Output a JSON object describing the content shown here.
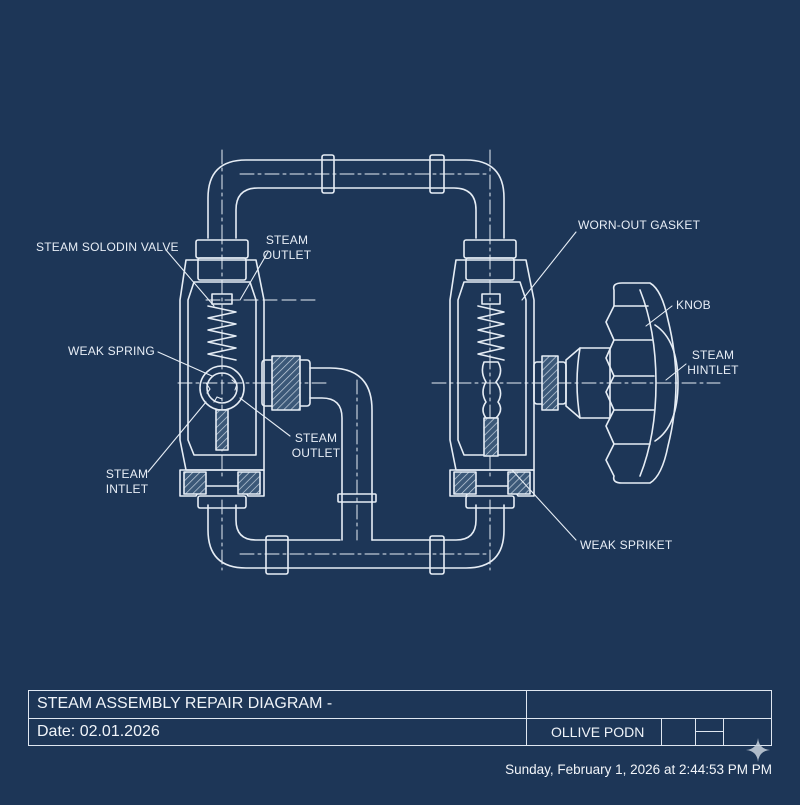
{
  "diagram": {
    "labels": {
      "steam_solenoid_valve": "STEAM SOLODIN VALVE",
      "steam_outlet_top": [
        "STEAM",
        "OUTLET"
      ],
      "weak_spring": "WEAK SPRING",
      "steam_outlet_mid": [
        "STEAM",
        "OUTLET"
      ],
      "steam_inlet": [
        "STEAM",
        "INTLET"
      ],
      "worn_out_gasket": "WORN-OUT GASKET",
      "knob": "KNOB",
      "steam_hintlet": [
        "STEAM",
        "HINTLET"
      ],
      "weak_spriket": "WEAK SPRIKET"
    }
  },
  "title_block": {
    "title": "STEAM ASSEMBLY REPAIR DIAGRAM -",
    "date": "Date: 02.01.2026",
    "author": "OLLIVE PODN"
  },
  "timestamp": "Sunday, February 1, 2026 at 2:44:53 PM PM",
  "colors": {
    "background": "#1d3657",
    "line": "#e6edf5",
    "hatch": "#9fb2c8"
  }
}
